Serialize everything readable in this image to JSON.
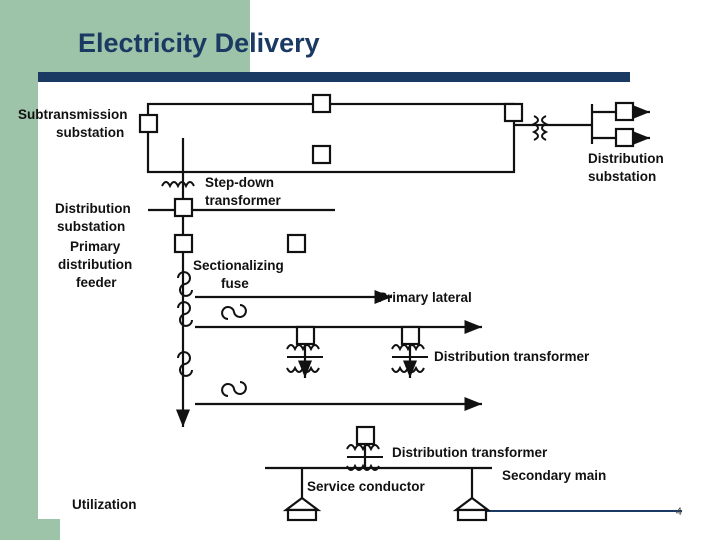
{
  "slide": {
    "title": "Electricity Delivery",
    "page_number": "4",
    "accent_navy": "#1b3a63",
    "accent_green": "#9dc4a8"
  },
  "diagram": {
    "name": "electricity-delivery-one-line-diagram",
    "labels": {
      "subtransmission_substation_l1": "Subtransmission",
      "subtransmission_substation_l2": "substation",
      "distribution_substation_right_l1": "Distribution",
      "distribution_substation_right_l2": "substation",
      "step_down_transformer_l1": "Step-down",
      "step_down_transformer_l2": "transformer",
      "distribution_substation_left_l1": "Distribution",
      "distribution_substation_left_l2": "substation",
      "primary_distribution_feeder_l1": "Primary",
      "primary_distribution_feeder_l2": "distribution",
      "primary_distribution_feeder_l3": "feeder",
      "sectionalizing_fuse_l1": "Sectionalizing",
      "sectionalizing_fuse_l2": "fuse",
      "primary_lateral": "Primary lateral",
      "distribution_transformer_mid": "Distribution transformer",
      "distribution_transformer_low": "Distribution transformer",
      "secondary_main": "Secondary main",
      "service_conductor": "Service conductor",
      "utilization": "Utilization"
    }
  }
}
